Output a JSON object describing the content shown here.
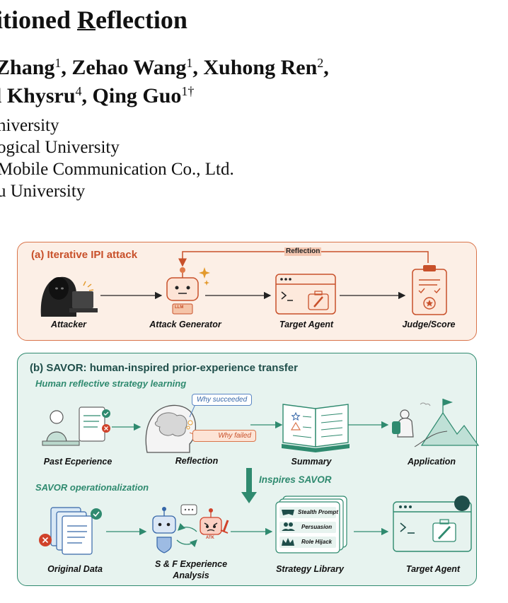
{
  "header": {
    "title_line_pre": "itioned ",
    "title_underlined": "R",
    "title_line_post": "eflection",
    "author_line1": {
      "a1": "Zhang",
      "a1_sup": "1",
      "a2": ", Zehao Wang",
      "a2_sup": "1",
      "a3": ", Xuhong Ren",
      "a3_sup": "2",
      "a3_tail": ","
    },
    "author_line2": {
      "a1": "l Khysru",
      "a1_sup": "4",
      "a2": ", Qing Guo",
      "a2_sup": "1†"
    },
    "affiliations": [
      "niversity",
      "ogical University",
      " Mobile Communication Co., Ltd.",
      "u University"
    ]
  },
  "panel_a": {
    "title": "(a) Iterative IPI attack",
    "reflection_label": "Reflection",
    "llm_badge": "LLM",
    "nodes": {
      "attacker": "Attacker",
      "generator": "Attack Generator",
      "target": "Target Agent",
      "judge": "Judge/Score"
    }
  },
  "panel_b": {
    "title": "(b) SAVOR: human-inspired prior-experience transfer",
    "human_subtitle": "Human reflective strategy learning",
    "savor_subtitle": "SAVOR operationalization",
    "inspires": "Inspires SAVOR",
    "why_succeeded": "Why succeeded",
    "why_failed": "Why failed",
    "atk_badge": "ATK",
    "human_nodes": {
      "past": "Past Ecperience",
      "reflection": "Reflection",
      "summary": "Summary",
      "application": "Application"
    },
    "savor_nodes": {
      "original": "Original Data",
      "analysis_line1": "S & F Experience",
      "analysis_line2": "Analysis",
      "library": "Strategy Library",
      "target": "Target Agent"
    },
    "strategies": [
      "Stealth Prompt",
      "Persuasion",
      "Role Hijack"
    ]
  },
  "colors": {
    "orange_accent": "#c8502a",
    "orange_panel": "#fcefe6",
    "teal_accent": "#2f8a6f",
    "teal_panel": "#e7f3ef"
  }
}
